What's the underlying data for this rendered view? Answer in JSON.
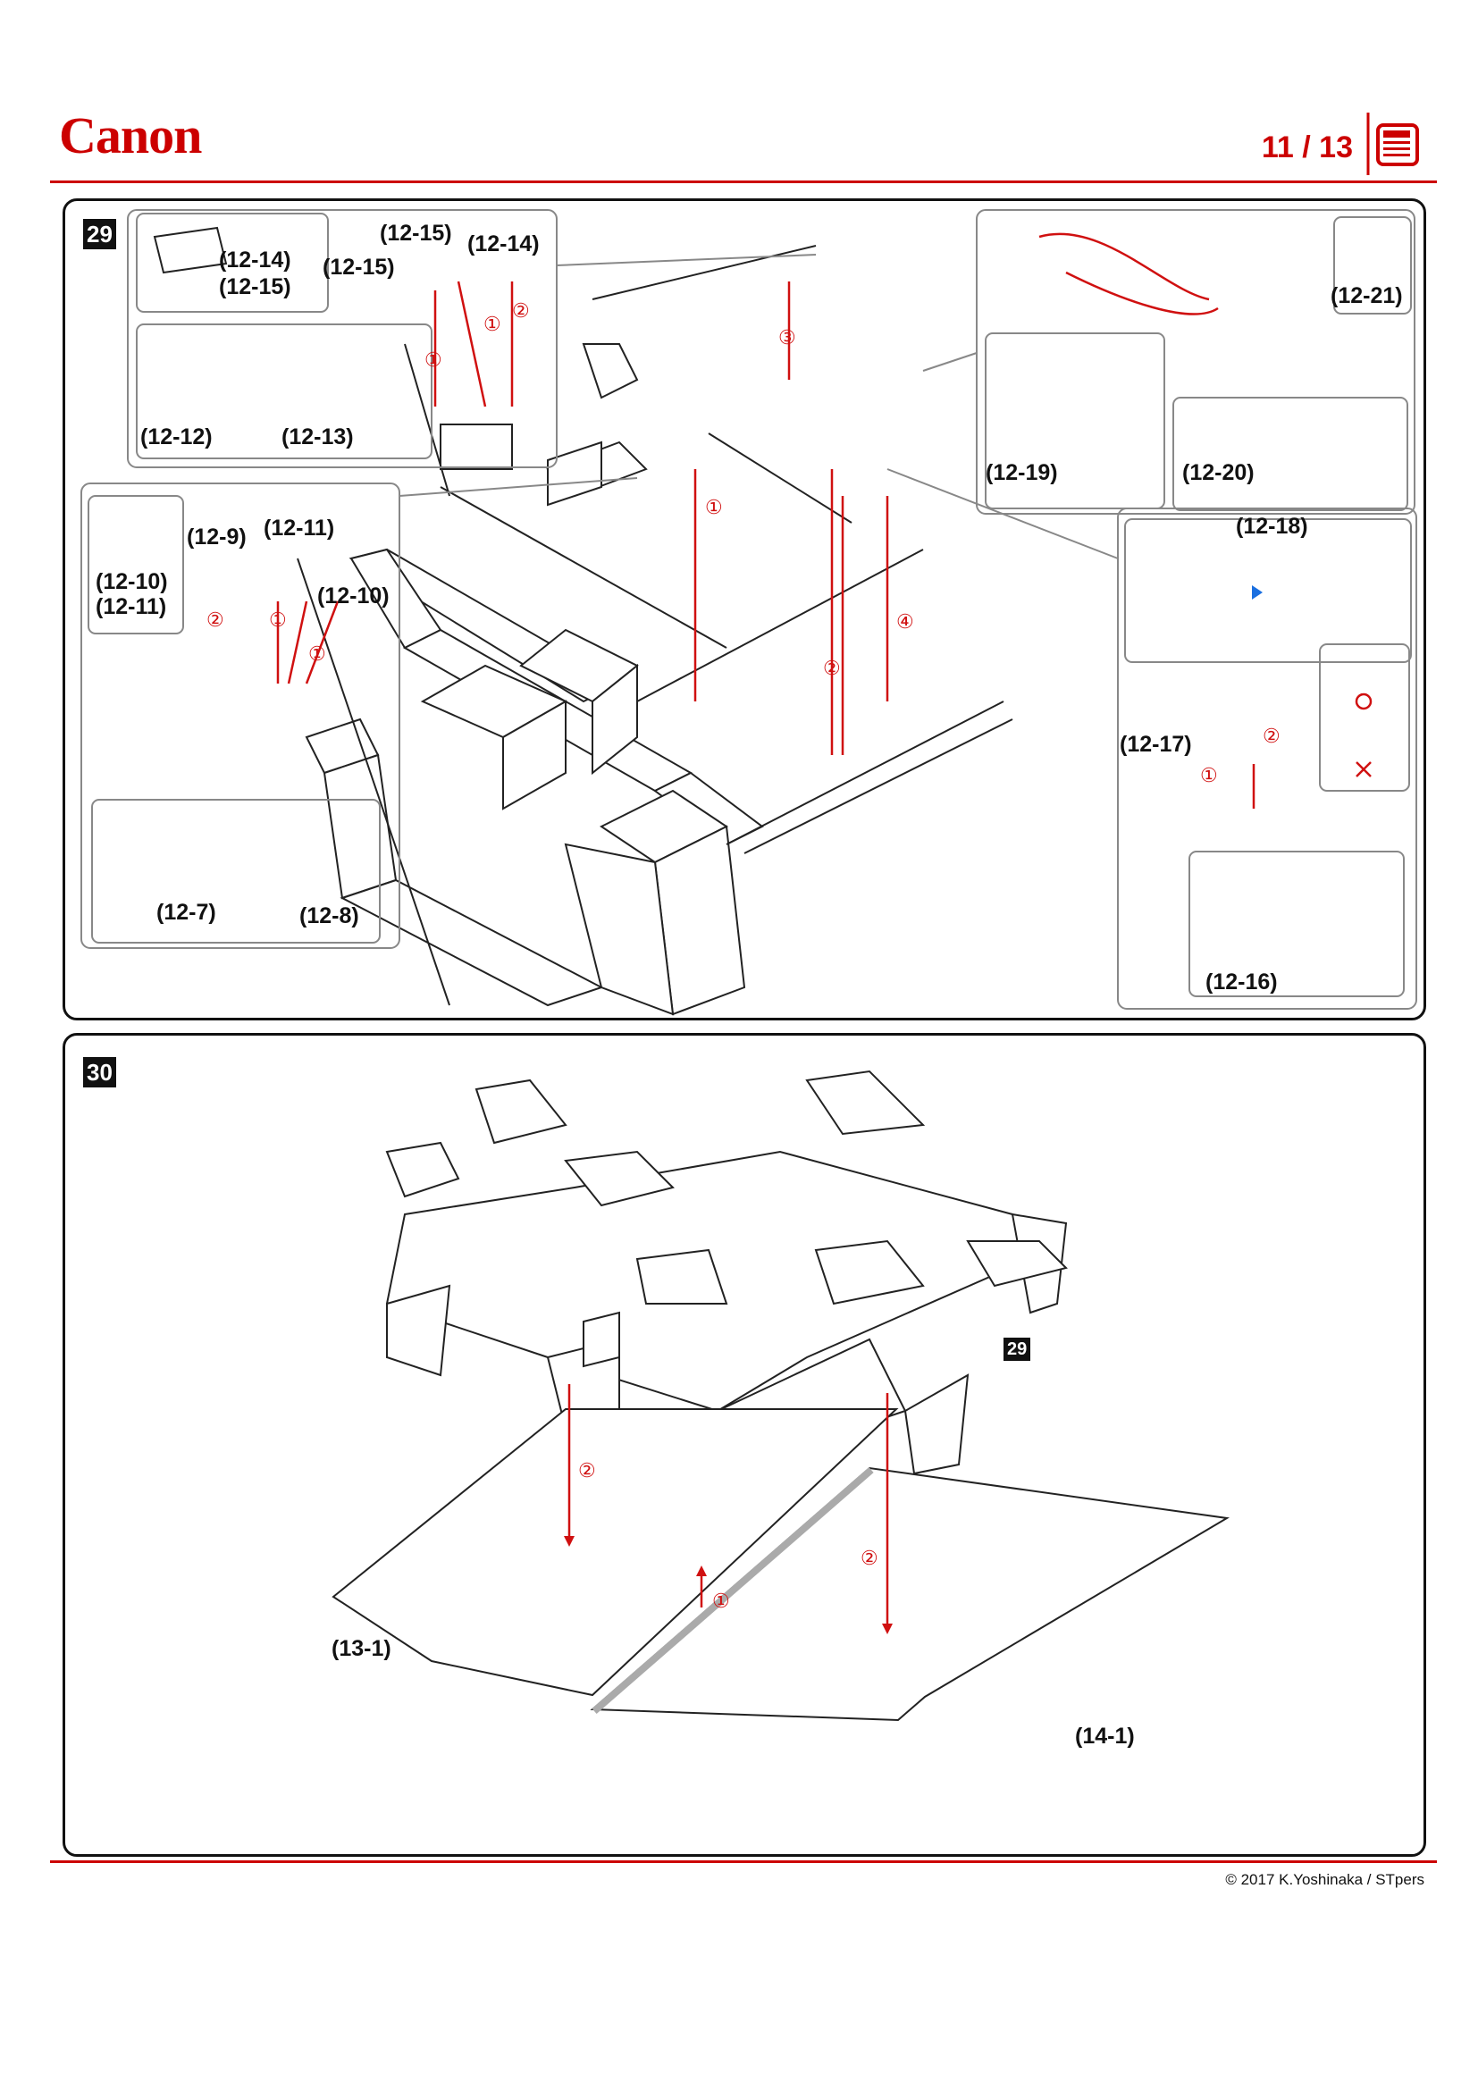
{
  "header": {
    "brand": "Canon",
    "page_indicator": "11 / 13"
  },
  "step29": {
    "number": "29",
    "labels": {
      "l1214a": "(12-14)",
      "l1215a": "(12-15)",
      "l1215b": "(12-15)",
      "l1215c": "(12-15)",
      "l1214b": "(12-14)",
      "l1212": "(12-12)",
      "l1213": "(12-13)",
      "l1221": "(12-21)",
      "l1219": "(12-19)",
      "l1220": "(12-20)",
      "l1210a": "(12-10)",
      "l1211a": "(12-11)",
      "l129": "(12-9)",
      "l1211b": "(12-11)",
      "l1210b": "(12-10)",
      "l127": "(12-7)",
      "l128": "(12-8)",
      "l1218": "(12-18)",
      "l1217": "(12-17)",
      "l1216": "(12-16)"
    },
    "markers": {
      "m1": "①",
      "m2": "②",
      "m3": "③",
      "m4": "④"
    }
  },
  "step30": {
    "number": "30",
    "ref_badge": "29",
    "labels": {
      "l131": "(13-1)",
      "l141": "(14-1)"
    }
  },
  "footer": {
    "copyright": "© 2017 K.Yoshinaka / STpers"
  },
  "colors": {
    "brand_red": "#cc0000",
    "arrow_red": "#d01010",
    "accent_blue": "#1a6fe0"
  }
}
